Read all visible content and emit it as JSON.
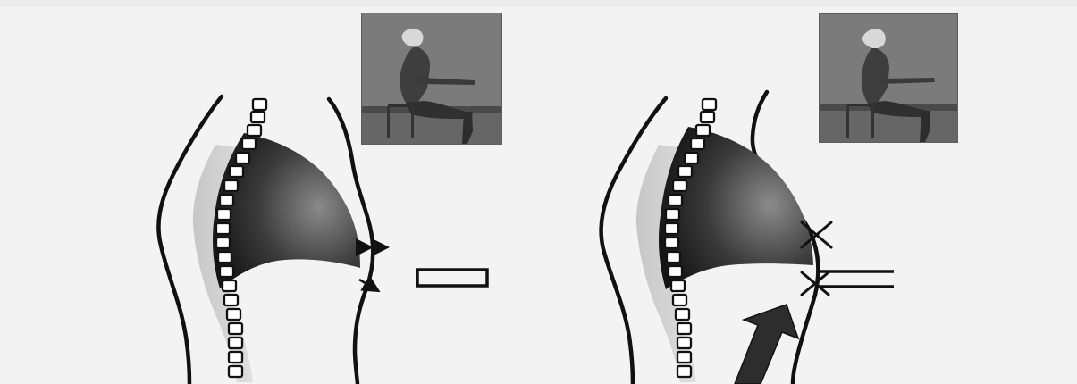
{
  "figure": {
    "panels": [
      {
        "id": "left-panel",
        "photo": "seated-person-photo",
        "marker": "equal-sign-half"
      },
      {
        "id": "right-panel",
        "photo": "seated-person-photo",
        "marker": "equal-sign-full"
      }
    ],
    "colors": {
      "background": "#f3f3f3",
      "ink": "#111111",
      "organ_dark": "#2b2b2b",
      "organ_mid": "#666666",
      "organ_light": "#bdbdbd"
    }
  }
}
